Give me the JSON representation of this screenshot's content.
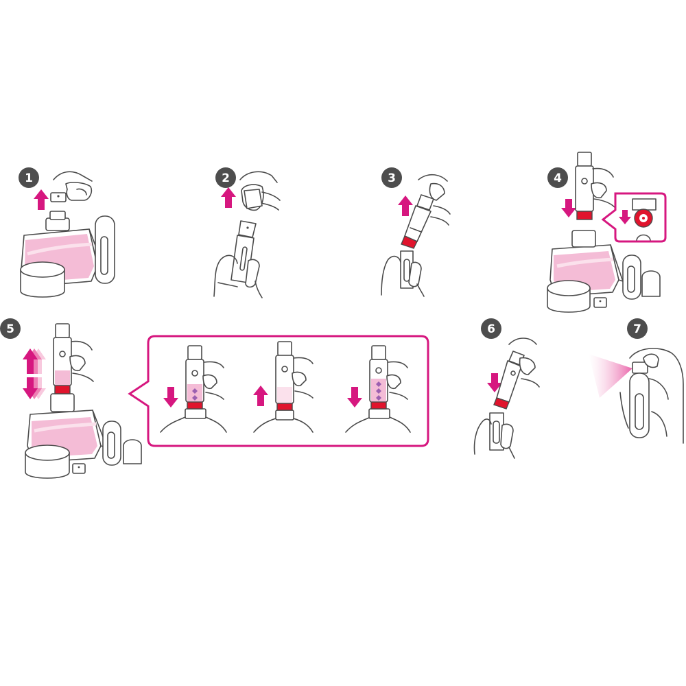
{
  "colors": {
    "accent": "#d6177f",
    "liquid": "#f4bcd6",
    "liquid_light": "#fbe1ec",
    "red": "#e0142d",
    "badge": "#4d4d4d",
    "line": "#4a4a4a"
  },
  "steps": [
    {
      "number": "1"
    },
    {
      "number": "2"
    },
    {
      "number": "3"
    },
    {
      "number": "4"
    },
    {
      "number": "5"
    },
    {
      "number": "6"
    },
    {
      "number": "7"
    }
  ]
}
